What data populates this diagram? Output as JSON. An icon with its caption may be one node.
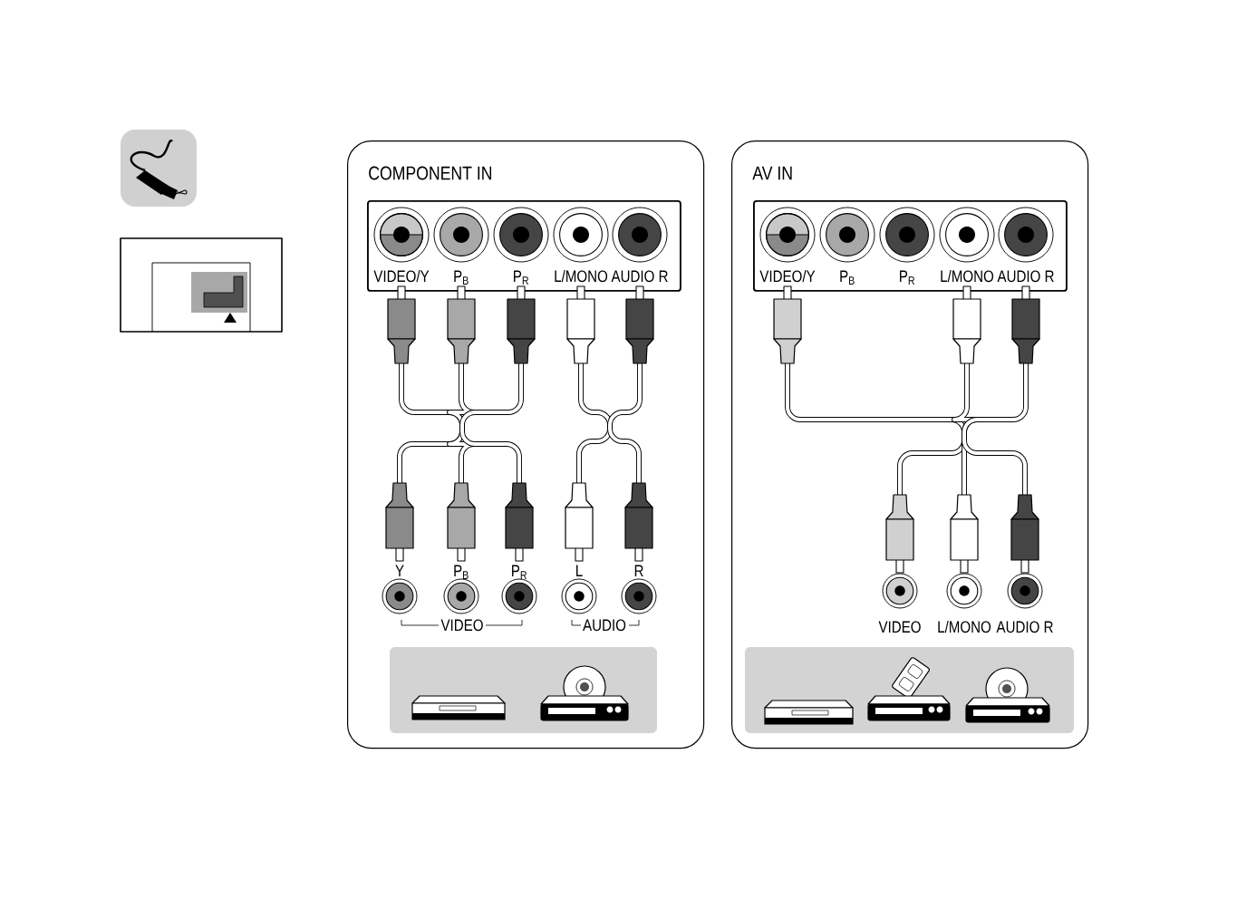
{
  "diagram": {
    "nodes": [
      {
        "text": [
          "COMPONENT IN"
        ]
      },
      {
        "text": [],
        "shape": "box",
        "in": 0
      },
      {
        "text": [
          "VIDEO/Y"
        ],
        "in": 1
      },
      {
        "text": [
          "P$_{B}$"
        ],
        "in": 1
      },
      {
        "text": [
          "P$_{R}$"
        ],
        "in": 1
      },
      {
        "text": [
          "L/MONO"
        ],
        "in": 1
      },
      {
        "text": [
          "AUDIO R"
        ],
        "in": 1
      },
      {
        "text": [
          "Y"
        ],
        "in": 0
      },
      {
        "text": [
          "P$_{B}$"
        ],
        "in": 0
      },
      {
        "text": [
          "P$_{R}$"
        ],
        "in": 0
      },
      {
        "text": [
          "L"
        ],
        "in": 0
      },
      {
        "text": [
          "R"
        ],
        "in": 0
      },
      {
        "text": [
          "AV IN"
        ]
      },
      {
        "text": [],
        "shape": "box",
        "in": 12
      },
      {
        "text": [
          "VIDEO/Y"
        ],
        "in": 13
      },
      {
        "text": [
          "P$_{B}$"
        ],
        "in": 13
      },
      {
        "text": [
          "P$_{R}$"
        ],
        "in": 13
      },
      {
        "text": [
          "L/MONO"
        ],
        "in": 13
      },
      {
        "text": [
          "AUDIO R"
        ],
        "in": 13
      },
      {
        "text": [
          "VIDEO"
        ],
        "in": 12
      },
      {
        "text": [
          "L/MONO"
        ],
        "in": 12
      },
      {
        "text": [
          "AUDIO R"
        ],
        "in": 12
      }
    ],
    "edges": [
      {
        "from": 2,
        "to": 7,
        "arrow": "other"
      },
      {
        "from": 3,
        "to": 8,
        "arrow": "other"
      },
      {
        "from": 4,
        "to": 9,
        "arrow": "other"
      },
      {
        "from": 5,
        "to": 10,
        "arrow": "other"
      },
      {
        "from": 6,
        "to": 11,
        "arrow": "other"
      },
      {
        "from": 14,
        "to": 19,
        "arrow": "other"
      },
      {
        "from": 17,
        "to": 20,
        "arrow": "other"
      },
      {
        "from": 18,
        "to": 21,
        "arrow": "other"
      }
    ],
    "labels": [
      "VIDEO",
      "AUDIO"
    ]
  }
}
